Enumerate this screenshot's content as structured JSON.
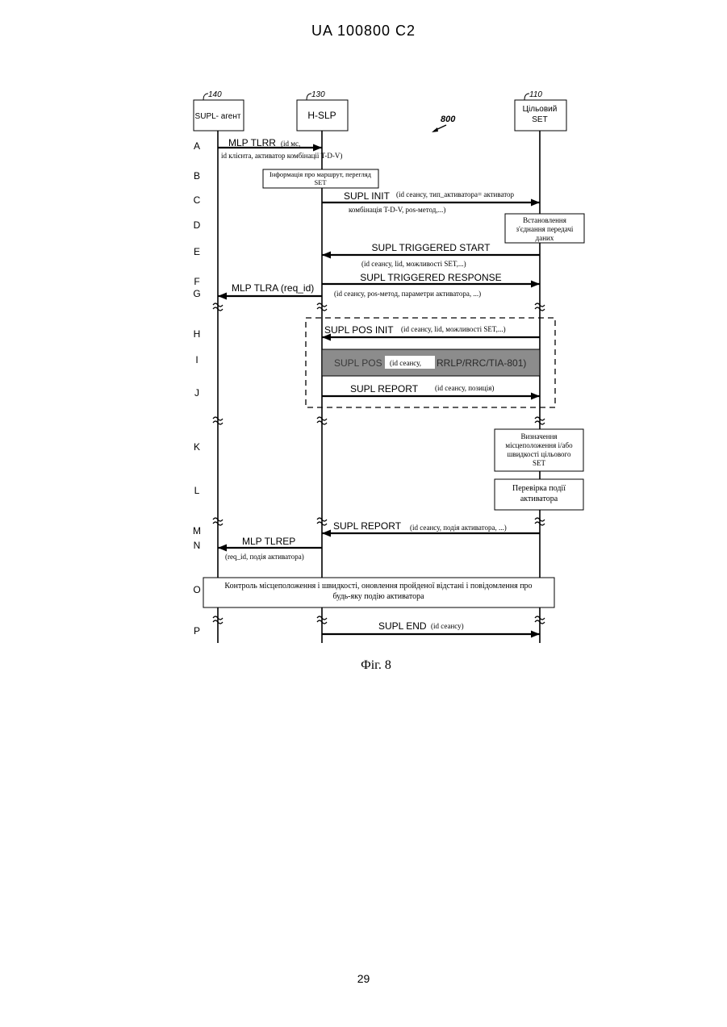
{
  "header": "UA   100800   C2",
  "page_number": "29",
  "figure_caption": "Фіг. 8",
  "figure_number": "800",
  "entities": [
    {
      "ref": "140",
      "label": "SUPL- агент"
    },
    {
      "ref": "130",
      "label": "H-SLP"
    },
    {
      "ref": "110",
      "label": "Цільовий\nSET"
    }
  ],
  "row_labels": [
    "A",
    "B",
    "C",
    "D",
    "E",
    "F",
    "G",
    "H",
    "I",
    "J",
    "K",
    "L",
    "M",
    "N",
    "O",
    "P"
  ],
  "messages": {
    "A_title": "MLP TLRR",
    "A_params1": "(id мс,",
    "A_params2": "id клієнта, активатор комбінації T-D-V)",
    "B_box": "Інформація про маршрут, перегляд\nSET",
    "C_title": "SUPL INIT",
    "C_params1": "(id сеансу, тип_активатора= активатор",
    "C_params2": "комбінація T-D-V, pos-метод,...)",
    "D_box": "Встановлення\nз'єднання передачі\nданих",
    "E_title": "SUPL TRIGGERED START",
    "E_params": "(id сеансу, lid, можливості SET,...)",
    "F_title": "SUPL TRIGGERED RESPONSE",
    "F_params": "(id сеансу, pos-метод, параметри активатора, ...)",
    "G_title": "MLP TLRA (req_id)",
    "H_title": "SUPL POS INIT",
    "H_params": "(id сеансу, lid, можливості SET,...)",
    "I_title": "SUPL POS",
    "I_params1": "(id сеансу,",
    "I_params2": "RRLP/RRC/TIA-801)",
    "J_title": "SUPL REPORT",
    "J_params": "(id сеансу, позиція)",
    "K_box": "Визначення\nмісцеположення і/або\nшвидкості цільового\nSET",
    "L_box": "Перевірка події\nактиватора",
    "M_title": "SUPL REPORT",
    "M_params": "(id сеансу, подія активатора, ...)",
    "N_title": "MLP TLREP",
    "N_params": "(req_id, подія активатора)",
    "O_box": "Контроль місцеположення і швидкості, оновлення пройденої відстані і повідомлення про\nбудь-яку подію активатора",
    "P_title": "SUPL END",
    "P_params": "(id сеансу)"
  },
  "colors": {
    "ink": "#000000",
    "shade": "#8c8c8c",
    "paper": "#ffffff"
  }
}
